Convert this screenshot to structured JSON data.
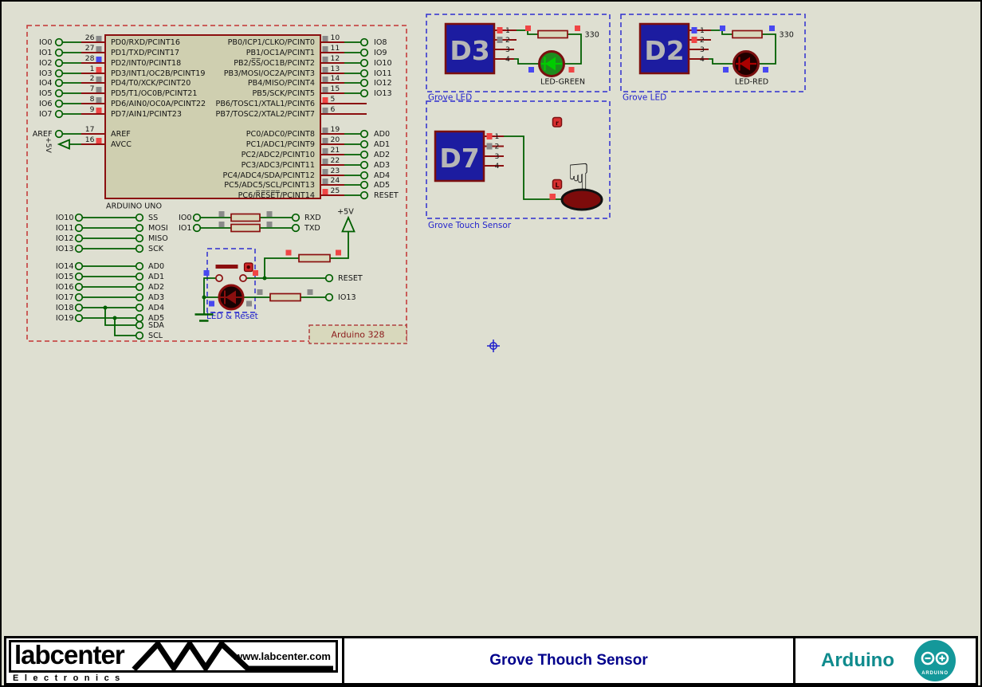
{
  "chip": {
    "name": "ARDUINO UNO",
    "pd": {
      "numbers": [
        "26",
        "27",
        "28",
        "1",
        "2",
        "7",
        "8",
        "9"
      ],
      "terminals": [
        "IO0",
        "IO1",
        "IO2",
        "IO3",
        "IO4",
        "IO5",
        "IO6",
        "IO7"
      ],
      "labels": [
        "PD0/RXD/PCINT16",
        "PD1/TXD/PCINT17",
        "PD2/INT0/PCINT18",
        "PD3/INT1/OC2B/PCINT19",
        "PD4/T0/XCK/PCINT20",
        "PD5/T1/OC0B/PCINT21",
        "PD6/AIN0/OC0A/PCINT22",
        "PD7/AIN1/PCINT23"
      ]
    },
    "aref": {
      "number": "17",
      "terminal": "AREF",
      "pin": "AREF"
    },
    "avcc": {
      "number": "16",
      "power": "+5V",
      "pin": "AVCC"
    },
    "pb": {
      "numbers": [
        "10",
        "11",
        "12",
        "13",
        "14",
        "15",
        "5",
        "6"
      ],
      "terminals": [
        "IO8",
        "IO9",
        "IO10",
        "IO11",
        "IO12",
        "IO13"
      ],
      "labels": [
        "PB0/ICP1/CLKO/PCINT0",
        "PB1/OC1A/PCINT1",
        "PB2/S̅S̅/OC1B/PCINT2",
        "PB3/MOSI/OC2A/PCINT3",
        "PB4/MISO/PCINT4",
        "PB5/SCK/PCINT5",
        "PB6/TOSC1/XTAL1/PCINT6",
        "PB7/TOSC2/XTAL2/PCINT7"
      ]
    },
    "pc": {
      "numbers": [
        "19",
        "20",
        "21",
        "22",
        "23",
        "24",
        "25"
      ],
      "terminals": [
        "AD0",
        "AD1",
        "AD2",
        "AD3",
        "AD4",
        "AD5",
        "RESET"
      ],
      "labels": [
        "PC0/ADC0/PCINT8",
        "PC1/ADC1/PCINT9",
        "PC2/ADC2/PCINT10",
        "PC3/ADC3/PCINT11",
        "PC4/ADC4/SDA/PCINT12",
        "PC5/ADC5/SCL/PCINT13",
        "PC6/R̅E̅S̅E̅T̅/PCINT14"
      ]
    }
  },
  "spi": {
    "left": [
      "IO10",
      "IO11",
      "IO12",
      "IO13"
    ],
    "right": [
      "SS",
      "MOSI",
      "MISO",
      "SCK"
    ]
  },
  "analog": {
    "left": [
      "IO14",
      "IO15",
      "IO16",
      "IO17",
      "IO18",
      "IO19"
    ],
    "right": [
      "AD0",
      "AD1",
      "AD2",
      "AD3",
      "AD4",
      "AD5"
    ],
    "sda": "SDA",
    "scl": "SCL"
  },
  "serial": {
    "left": [
      "IO0",
      "IO1"
    ],
    "right": [
      "RXD",
      "TXD"
    ]
  },
  "ledreset": {
    "caption": "LED & Reset",
    "power": "+5V",
    "reset": "RESET",
    "io": "IO13"
  },
  "board_label": "Arduino 328",
  "modules": {
    "d3": {
      "ref": "D3",
      "pins": [
        "1",
        "2",
        "3",
        "4"
      ],
      "resistor": "330",
      "led": "LED-GREEN",
      "caption": "Grove LED"
    },
    "d2": {
      "ref": "D2",
      "pins": [
        "1",
        "2",
        "3",
        "4"
      ],
      "resistor": "330",
      "led": "LED-RED",
      "caption": "Grove LED"
    },
    "d7": {
      "ref": "D7",
      "pins": [
        "1",
        "2",
        "3",
        "4"
      ],
      "caption": "Grove Touch Sensor",
      "indicator_top": "r",
      "indicator_bottom": "L"
    }
  },
  "titleblock": {
    "logo": "labcenter",
    "logo_sub": "Electronics",
    "website": "www.labcenter.com",
    "title": "Grove Thouch Sensor",
    "brand": "Arduino",
    "brand_badge": "ARDUINO"
  },
  "colors": {
    "background": "#dedfd1",
    "wire_green": "#005f00",
    "pin_darkred": "#8b0f0f",
    "subcircuit_blue": "#2f2fd0",
    "border_red_dashed": "#c43333",
    "title_navy": "#00008b",
    "brand_teal": "#0f8b8d"
  }
}
